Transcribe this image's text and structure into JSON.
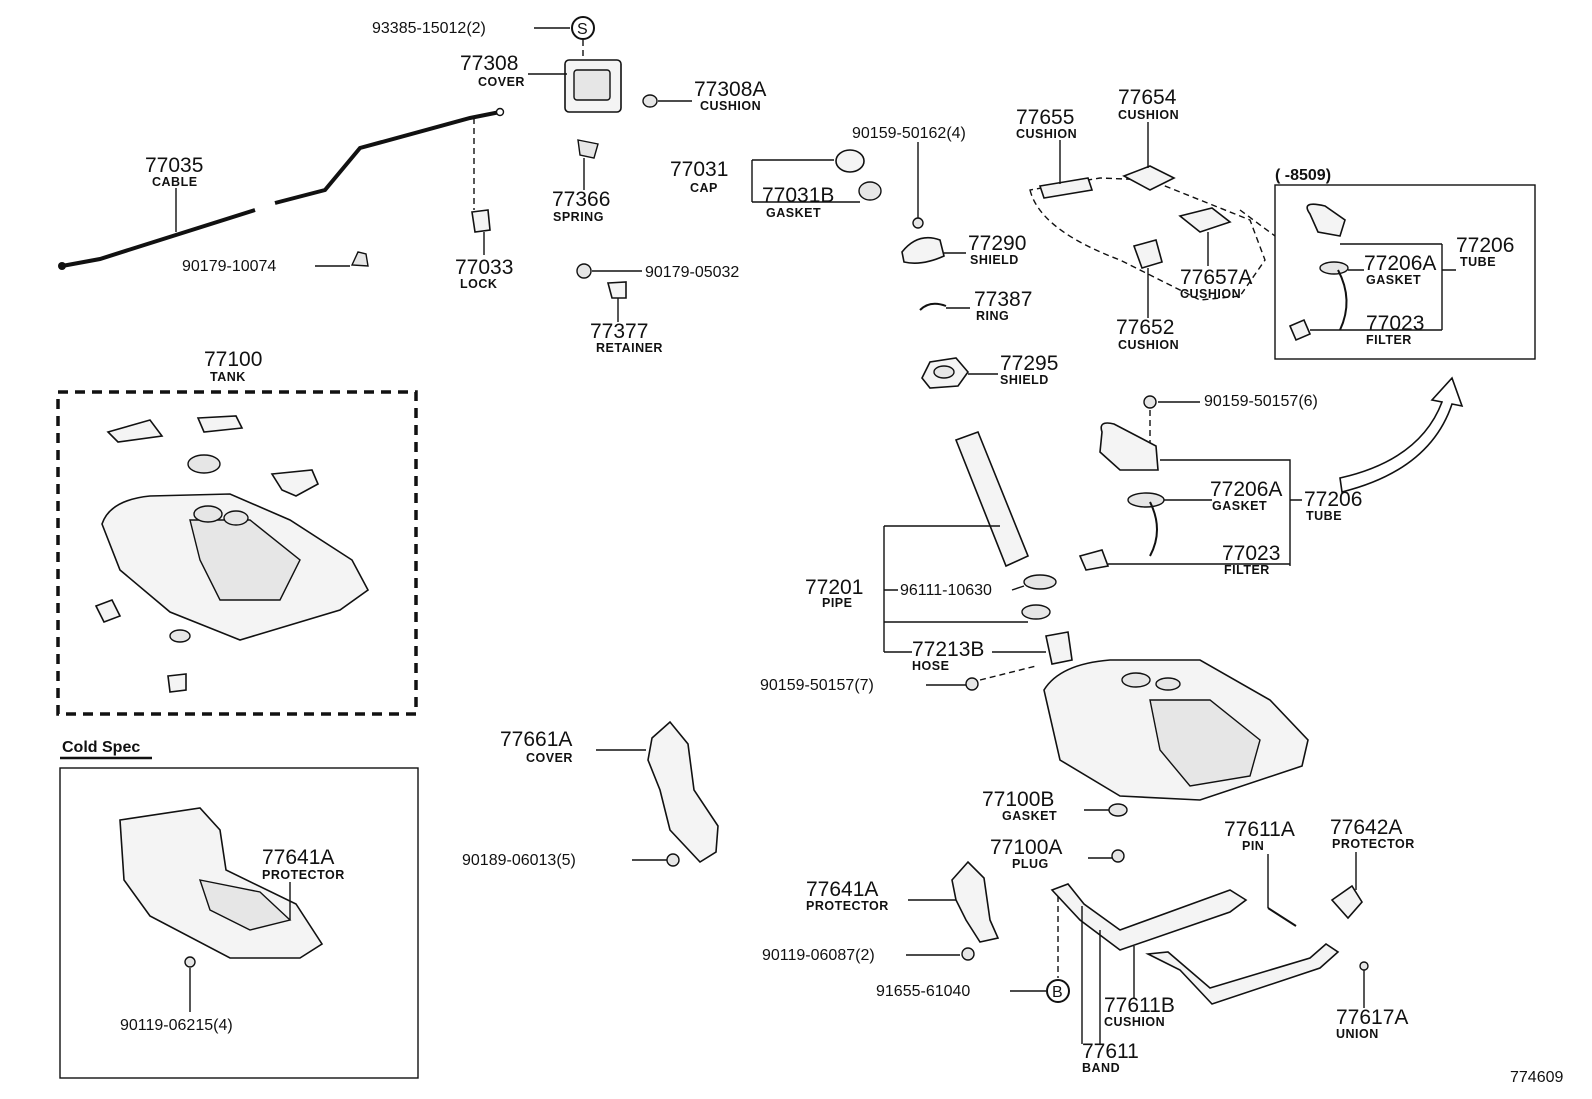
{
  "diagram_ref": "774609",
  "region_label": "Cold Spec",
  "variant_label": "(      -8509)",
  "symbols": {
    "s": "S",
    "b": "B"
  },
  "parts": {
    "p93385": {
      "num": "93385-15012(2)"
    },
    "p77308": {
      "num": "77308",
      "name": "COVER"
    },
    "p77308A": {
      "num": "77308A",
      "name": "CUSHION"
    },
    "p77035": {
      "num": "77035",
      "name": "CABLE"
    },
    "p90179_10074": {
      "num": "90179-10074"
    },
    "p77033": {
      "num": "77033",
      "name": "LOCK"
    },
    "p77366": {
      "num": "77366",
      "name": "SPRING"
    },
    "p77031": {
      "num": "77031",
      "name": "CAP"
    },
    "p77031B": {
      "num": "77031B",
      "name": "GASKET"
    },
    "p90179_05032": {
      "num": "90179-05032"
    },
    "p77377": {
      "num": "77377",
      "name": "RETAINER"
    },
    "p90159_50162": {
      "num": "90159-50162(4)"
    },
    "p77290": {
      "num": "77290",
      "name": "SHIELD"
    },
    "p77387": {
      "num": "77387",
      "name": "RING"
    },
    "p77295": {
      "num": "77295",
      "name": "SHIELD"
    },
    "p77655": {
      "num": "77655",
      "name": "CUSHION"
    },
    "p77654": {
      "num": "77654",
      "name": "CUSHION"
    },
    "p77657A": {
      "num": "77657A",
      "name": "CUSHION"
    },
    "p77652": {
      "num": "77652",
      "name": "CUSHION"
    },
    "p77206A_top": {
      "num": "77206A",
      "name": "GASKET"
    },
    "p77206_top": {
      "num": "77206",
      "name": "TUBE"
    },
    "p77023_top": {
      "num": "77023",
      "name": "FILTER"
    },
    "p77100": {
      "num": "77100",
      "name": "TANK"
    },
    "p90159_50157_6": {
      "num": "90159-50157(6)"
    },
    "p77206A": {
      "num": "77206A",
      "name": "GASKET"
    },
    "p77206": {
      "num": "77206",
      "name": "TUBE"
    },
    "p77023": {
      "num": "77023",
      "name": "FILTER"
    },
    "p77201": {
      "num": "77201",
      "name": "PIPE"
    },
    "p96111": {
      "num": "96111-10630"
    },
    "p77213B": {
      "num": "77213B",
      "name": "HOSE"
    },
    "p90159_50157_7": {
      "num": "90159-50157(7)"
    },
    "p77661A": {
      "num": "77661A",
      "name": "COVER"
    },
    "p90189": {
      "num": "90189-06013(5)"
    },
    "p77100B": {
      "num": "77100B",
      "name": "GASKET"
    },
    "p77100A": {
      "num": "77100A",
      "name": "PLUG"
    },
    "p77611A": {
      "num": "77611A",
      "name": "PIN"
    },
    "p77642A": {
      "num": "77642A",
      "name": "PROTECTOR"
    },
    "p77641A_cold": {
      "num": "77641A",
      "name": "PROTECTOR"
    },
    "p90119_06215": {
      "num": "90119-06215(4)"
    },
    "p77641A": {
      "num": "77641A",
      "name": "PROTECTOR"
    },
    "p90119_06087": {
      "num": "90119-06087(2)"
    },
    "p91655": {
      "num": "91655-61040"
    },
    "p77611B": {
      "num": "77611B",
      "name": "CUSHION"
    },
    "p77611": {
      "num": "77611",
      "name": "BAND"
    },
    "p77617A": {
      "num": "77617A",
      "name": "UNION"
    }
  }
}
